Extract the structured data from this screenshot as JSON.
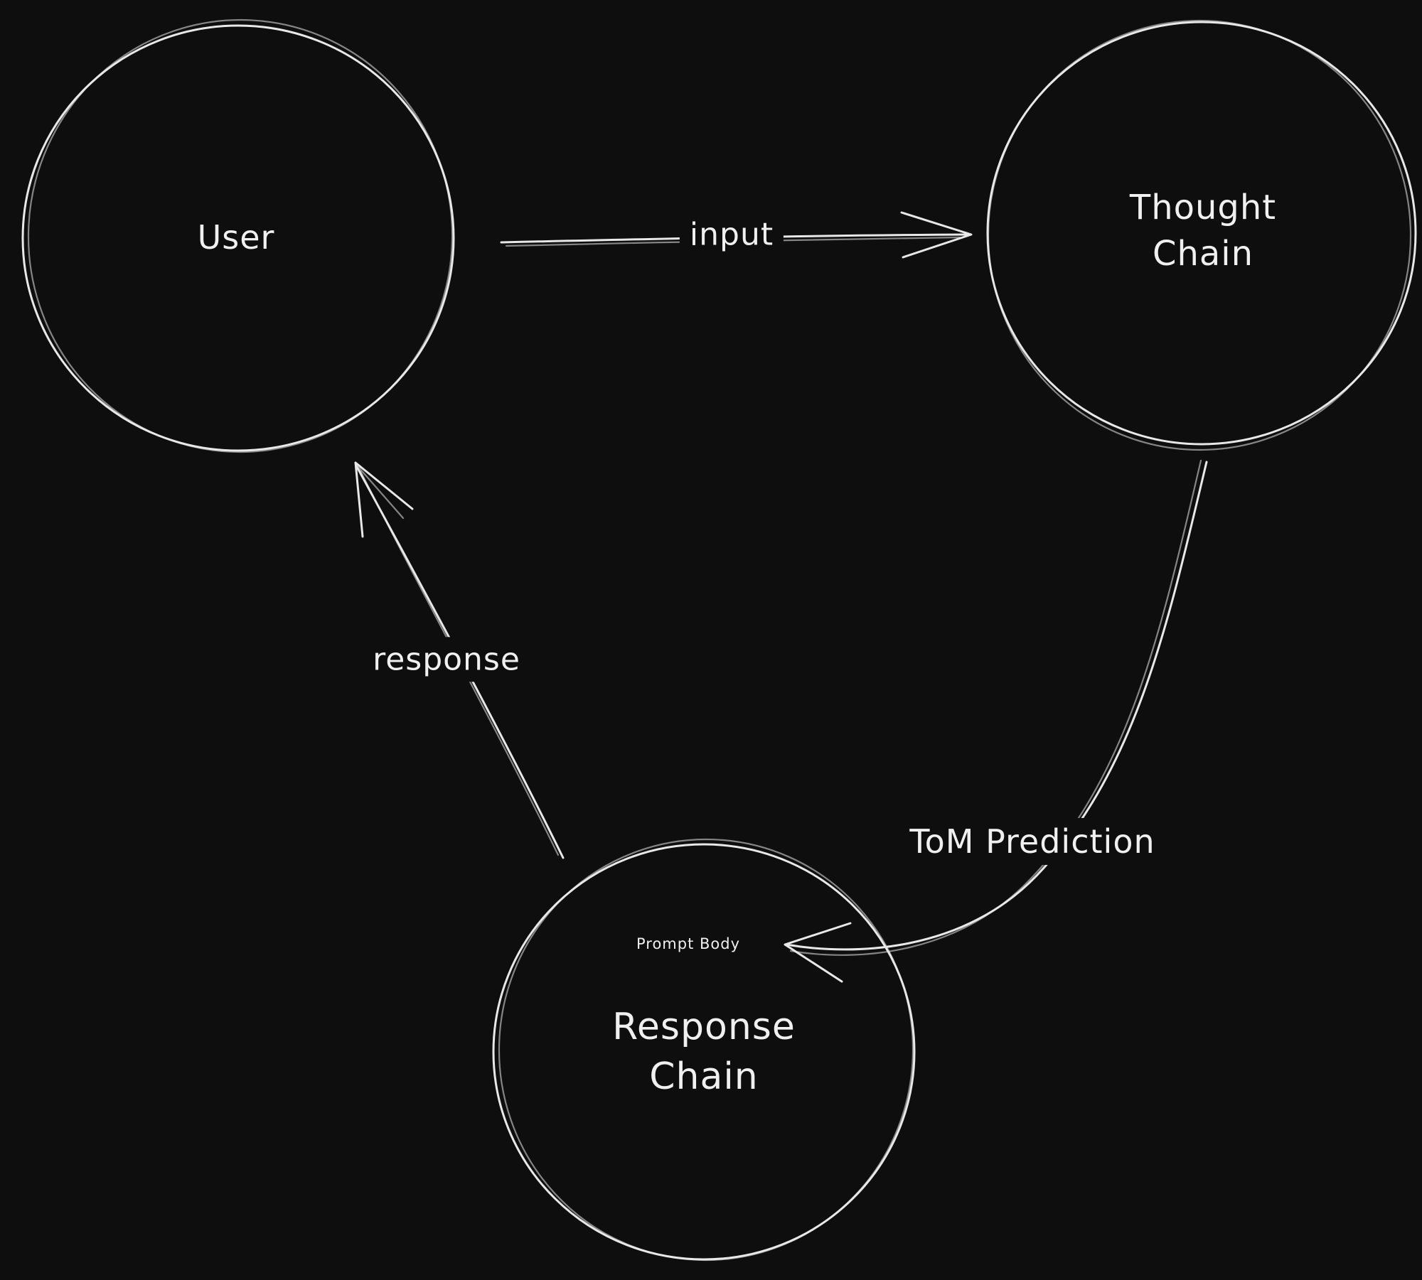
{
  "canvas": {
    "background": "#0e0e0e",
    "stroke_color": "#e8e8e8",
    "text_color": "#f0f0f0"
  },
  "nodes": {
    "user": {
      "label": "User"
    },
    "thought_chain": {
      "line1": "Thought",
      "line2": "Chain"
    },
    "response_chain": {
      "line1": "Response",
      "line2": "Chain"
    }
  },
  "edges": {
    "input": {
      "label": "input"
    },
    "response": {
      "label": "response"
    },
    "tom_prediction": {
      "label": "ToM Prediction"
    }
  },
  "annotations": {
    "prompt_body": {
      "label": "Prompt Body"
    }
  }
}
